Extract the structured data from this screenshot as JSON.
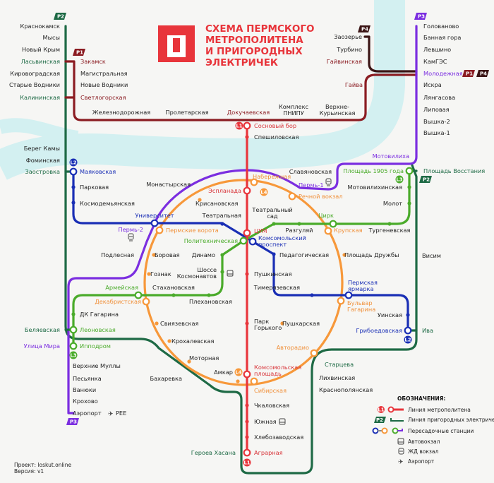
{
  "title": [
    "СХЕМА ПЕРМСКОГО",
    "МЕТРОПОЛИТЕНА",
    "И ПРИГОРОДНЫХ",
    "ЭЛЕКТРИЧЕК"
  ],
  "colors": {
    "L1": "#e8353b",
    "L2": "#1a2fb5",
    "L3": "#4aab2a",
    "L4": "#f7983a",
    "P1": "#8b1c22",
    "P2": "#1e6a45",
    "P3": "#7b2ee0",
    "P4": "#3b1515",
    "river": "#d3f0f1"
  },
  "badges": {
    "L1": "L1",
    "L2": "L2",
    "L3": "L3",
    "L4": "L4",
    "P1": "P1",
    "P2": "P2",
    "P3": "P3",
    "P4": "P4"
  },
  "stations": {
    "krasnokamsk": "Краснокамск",
    "mysy": "Мысы",
    "novkrym": "Новый Крым",
    "lasv": "Ласьвинская",
    "kirov": "Кировоградская",
    "starvod": "Старые Водники",
    "kalin": "Калининская",
    "bereg": "Берег Камы",
    "fomin": "Фоминская",
    "zaostr": "Заостровка",
    "zakamsk": "Закамск",
    "magistr": "Магистральная",
    "novvod": "Новые Водники",
    "svetl": "Светлогорская",
    "zheldor": "Железнодорожная",
    "prolet": "Пролетарская",
    "dokuch": "Докучаевская",
    "pnipu": [
      "Комплекс",
      "ПНИПУ"
    ],
    "verkhkur": [
      "Верхне-",
      "Курьинская"
    ],
    "gaiva": "Гайва",
    "zaozer": "Заозерье",
    "turbino": "Турбино",
    "gaivin": "Гайвинская",
    "golov": "Голованово",
    "bannaya": "Банная гора",
    "levsh": "Левшино",
    "kamges": "КамГЭС",
    "molod": "Молодежная",
    "iskra": "Искра",
    "lyang": "Лянгасова",
    "lipov": "Липовая",
    "vyshka2": "Вышка-2",
    "vyshka1": "Вышка-1",
    "motov": "Мотовилиха",
    "slavyan": "Славяновская",
    "perm1": "Пермь-1",
    "monast": "Монастырская",
    "perm2": "Пермь-2",
    "podles": "Подлесная",
    "ulmira": "Улица Мира",
    "vmully": "Верхние Муллы",
    "pesyanka": "Песьянка",
    "vanyuki": "Ванюки",
    "krokhovo": "Крохово",
    "aeroport": "Аэропорт",
    "pee": "PEE",
    "sosnbor": "Сосновый бор",
    "speshil": "Спешиловская",
    "esplan": "Эспланада",
    "tsum": "ЦУМ",
    "pushkin": "Пушкинская",
    "parkgor": [
      "Парк",
      "Горького"
    ],
    "komspl": [
      "Комсомольская",
      "площадь"
    ],
    "chkal": "Чкаловская",
    "yuzhn": "Южная",
    "khlebz": "Хлебозаводская",
    "agrar": "Аграрная",
    "mayak": "Маяковская",
    "parkov": "Парковая",
    "kosmod": "Космодемьянская",
    "univer": "Университет",
    "teatr": "Театральная",
    "komspr": [
      "Комсомольский",
      "проспект"
    ],
    "pedag": "Педагогическая",
    "timir": "Тимерязевская",
    "permyarm": [
      "Пермская",
      "ярмарка"
    ],
    "uinsk": "Уинская",
    "griboed": "Грибоедовская",
    "pl1905": "Площадь 1905 года",
    "motovilikh": "Мотовилихинская",
    "molot": "Молот",
    "turgen": "Тургеневская",
    "tsirk": "Цирк",
    "razgul": "Разгуляй",
    "teatrsad": [
      "Театральный",
      "сад"
    ],
    "politekh": "Политехническая",
    "dinamo": "Динамо",
    "shosse": [
      "Шоссе",
      "Космонавтов"
    ],
    "plekh": "Плехановская",
    "stakh": "Стахановская",
    "armey": "Армейская",
    "dkgag": "ДК Гагарина",
    "leon": "Леоновская",
    "ippodrom": "Ипподром",
    "naberezh": "Набережная",
    "rechvokz": "Речной вокзал",
    "krupsk": "Крупская",
    "pldruzh": "Площадь Дружбы",
    "bulvgag": [
      "Бульвар",
      "Гагарина"
    ],
    "pushkar": "Пушкарская",
    "avtorad": "Авторадио",
    "sibir": "Сибирская",
    "amkar": "Амкар",
    "motorn": "Моторная",
    "krokhal": "Крохалевская",
    "sviyaz": "Свиязевская",
    "dekabr": "Декабристская",
    "gozn": "Гознак",
    "borov": "Боровая",
    "permvor": "Пермские ворота",
    "krisan": "Крисановская",
    "plvosst": "Площадь Восстания",
    "visim": "Висим",
    "iva": "Ива",
    "startseva": "Старцева",
    "likhv": "Лихвинская",
    "krasnopol": "Краснополянская",
    "geroev": "Героев Хасана",
    "belyaev": "Беляевская",
    "bakhar": "Бахаревка"
  },
  "legend": {
    "heading": "ОБОЗНАЧЕНИЯ:",
    "items": [
      "Линия метрополитена",
      "Линия пригородных электричек",
      "Пересадочные станции",
      "Автовокзал",
      "ЖД вокзал",
      "Аэропорт"
    ]
  },
  "footer": {
    "project": "Проект: loskut.online",
    "version": "Версия: v1"
  }
}
